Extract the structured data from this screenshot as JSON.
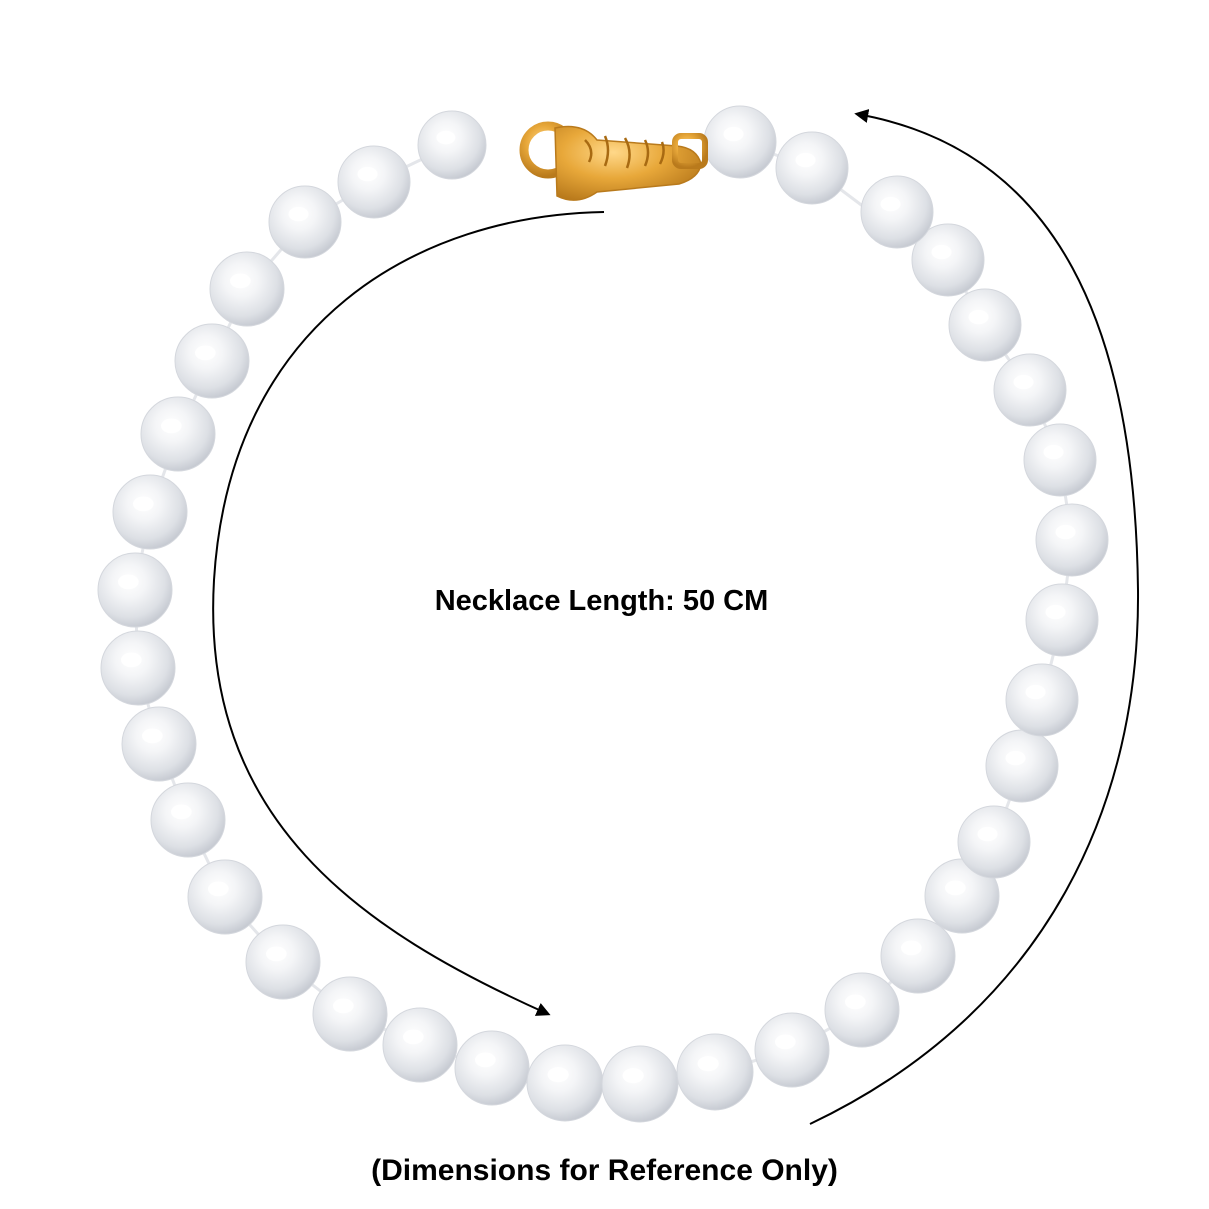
{
  "length_label": "Necklace Length: 50 CM",
  "disclaimer": "(Dimensions for Reference Only)",
  "colors": {
    "background": "#ffffff",
    "pearl_highlight": "#ffffff",
    "pearl_mid": "#eef0f3",
    "pearl_shadow": "#c6cad2",
    "clasp_gold": "#e8a83a",
    "clasp_gold_dark": "#b97a1c",
    "arrow": "#000000",
    "text": "#000000"
  },
  "icons": [
    "pearl-bead",
    "gold-clasp",
    "arrow-head"
  ]
}
